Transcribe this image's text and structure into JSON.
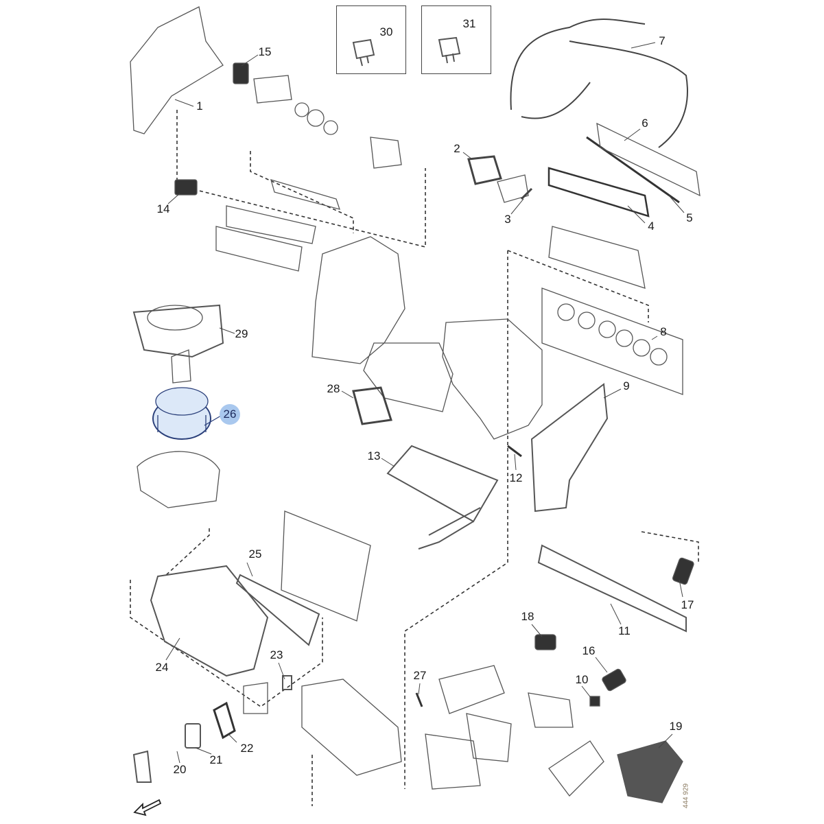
{
  "diagram": {
    "title": "Heater / climate unit exploded parts view",
    "highlighted_part": "26",
    "highlight_color": "#a9c8ee",
    "document_id": "444 929",
    "parts": [
      "1",
      "2",
      "3",
      "4",
      "5",
      "6",
      "7",
      "8",
      "9",
      "10",
      "11",
      "12",
      "13",
      "14",
      "15",
      "16",
      "17",
      "18",
      "19",
      "20",
      "21",
      "22",
      "23",
      "24",
      "25",
      "26",
      "27",
      "28",
      "29",
      "30",
      "31"
    ]
  }
}
